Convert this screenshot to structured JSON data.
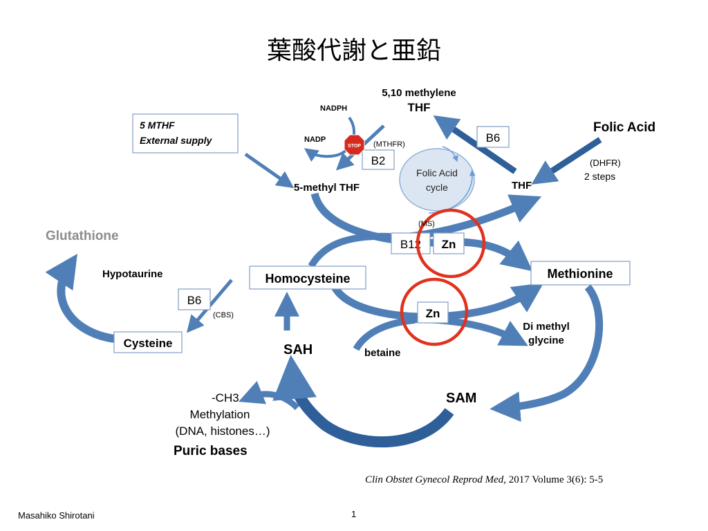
{
  "title": "葉酸代謝と亜鉛",
  "colors": {
    "arrow": "#4f7fb6",
    "arrow_dark": "#2e5f99",
    "box_border": "#7e9cc4",
    "cycle_fill": "#dce6f2",
    "highlight_ring": "#e0321e",
    "stop_red": "#d42b1e",
    "muted_text": "#8c8c8c"
  },
  "labels": {
    "methylene_thf_line1": "5,10 methylene",
    "methylene_thf_line2": "THF",
    "nadph": "NADPH",
    "nadp": "NADP",
    "stop": "STOP",
    "mthfr": "(MTHFR)",
    "b2": "B2",
    "b6_top": "B6",
    "folic_acid": "Folic Acid",
    "dhfr": "(DHFR)",
    "dhfr_steps": "2 steps",
    "thf": "THF",
    "mthf_line1": "5 MTHF",
    "mthf_line2": "External supply",
    "methyl_thf": "5-methyl THF",
    "cycle_line1": "Folic Acid",
    "cycle_line2": "cycle",
    "ms": "(MS)",
    "b12": "B12",
    "zn1": "Zn",
    "zn2": "Zn",
    "glutathione": "Glutathione",
    "hypotaurine": "Hypotaurine",
    "b6_cbs": "B6",
    "cbs": "(CBS)",
    "cysteine": "Cysteine",
    "homocysteine": "Homocysteine",
    "methionine": "Methionine",
    "di_methyl_line1": "Di methyl",
    "di_methyl_line2": "glycine",
    "betaine": "betaine",
    "sah": "SAH",
    "sam": "SAM",
    "ch3": "-CH3",
    "methylation": "Methylation",
    "methylation_targets": "(DNA, histones…)",
    "puric_bases": "Puric bases"
  },
  "citation": {
    "journal": "Clin Obstet Gynecol Reprod Med,",
    "rest": " 2017  Volume 3(6): 5-5"
  },
  "footer": {
    "author": "Masahiko Shirotani",
    "page": "1"
  }
}
